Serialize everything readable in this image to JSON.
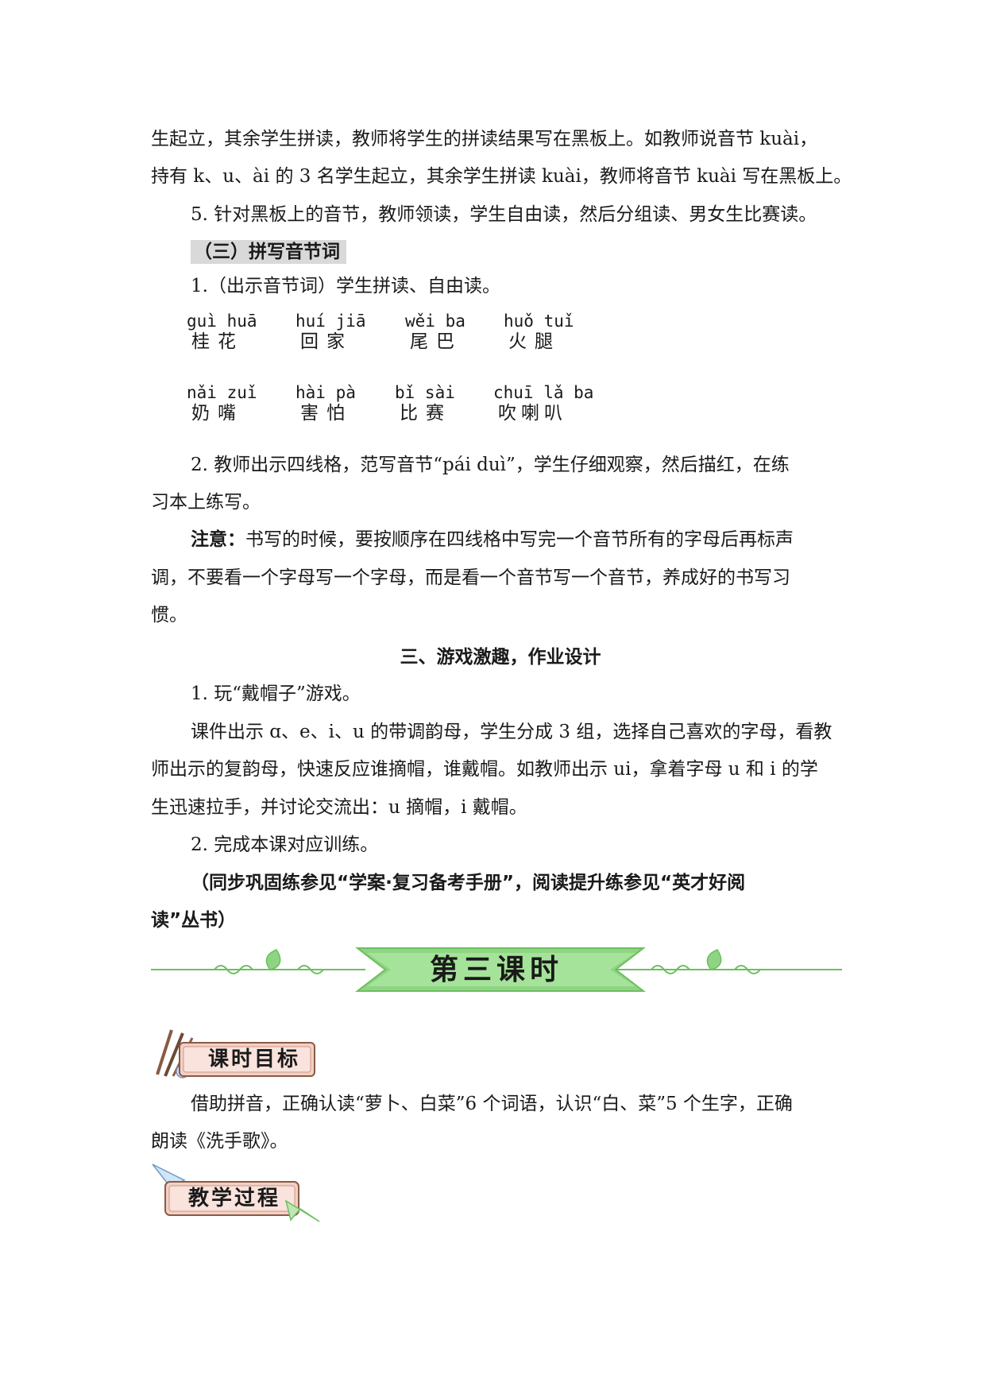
{
  "lines": {
    "l1": "生起立，其余学生拼读，教师将学生的拼读结果写在黑板上。如教师说音节 kuài，",
    "l2": "持有 k、u、ài 的 3 名学生起立，其余学生拼读 kuài，教师将音节 kuài 写在黑板上。",
    "l3": "5. 针对黑板上的音节，教师领读，学生自由读，然后分组读、男女生比赛读。",
    "heading3": "（三）拼写音节词",
    "l4": "1.（出示音节词）学生拼读、自由读。",
    "l5a": "2. 教师出示四线格，范写音节“pái duì”，学生仔细观察，然后描红，在练",
    "l5b": "习本上练写。",
    "note_label": "注意：",
    "note_a": "书写的时候，要按顺序在四线格中写完一个音节所有的字母后再标声",
    "note_b": "调，不要看一个字母写一个字母，而是看一个音节写一个音节，养成好的书写习",
    "note_c": "惯。",
    "section3": "三、游戏激趣，作业设计",
    "g1": "1. 玩“戴帽子”游戏。",
    "g2a": "课件出示 ɑ、e、i、u 的带调韵母，学生分成 3 组，选择自己喜欢的字母，看教",
    "g2b": "师出示的复韵母，快速反应谁摘帽，谁戴帽。如教师出示 ui，拿着字母 u 和 i 的学",
    "g2c": "生迅速拉手，并讨论交流出：u 摘帽，i 戴帽。",
    "g3": "2. 完成本课对应训练。",
    "ref_a": "（同步巩固练参见“学案·复习备考手册”，阅读提升练参见“英才好阅",
    "ref_b": "读”丛书）",
    "obj_a": "借助拼音，正确认读“萝卜、白菜”6 个词语，认识“白、菜”5 个生字，正确",
    "obj_b": "朗读《洗手歌》。"
  },
  "words_row1": [
    {
      "py": "guì  huā",
      "hz": "桂花"
    },
    {
      "py": "huí  jiā",
      "hz": "回家"
    },
    {
      "py": "wěi  ba",
      "hz": "尾巴"
    },
    {
      "py": "huǒ  tuǐ",
      "hz": "火腿"
    }
  ],
  "words_row2": [
    {
      "py": "nǎi  zuǐ",
      "hz": "奶嘴"
    },
    {
      "py": "hài  pà",
      "hz": "害怕"
    },
    {
      "py": "bǐ  sài",
      "hz": "比赛"
    },
    {
      "py": "chuī  lǎ  ba",
      "hz": "吹喇叭"
    }
  ],
  "banner": {
    "title": "第三课时"
  },
  "badges": {
    "objective": "课时目标",
    "process": "教学过程"
  },
  "colors": {
    "green": "#8fd483",
    "green_dark": "#6cbf5f",
    "pink": "#f3cfc4",
    "brown": "#8a5a44"
  }
}
